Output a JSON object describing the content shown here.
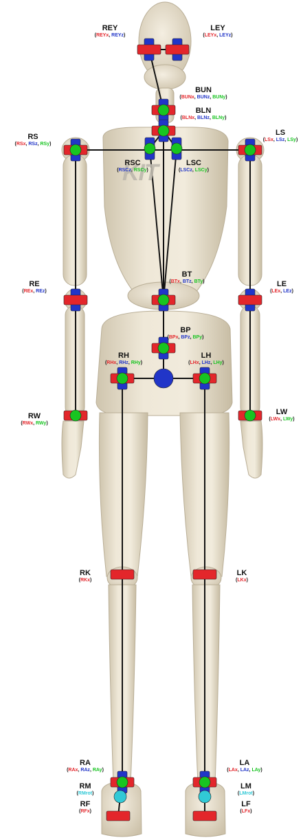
{
  "colors": {
    "x_axis": "#e3262b",
    "y_axis": "#18c421",
    "z_axis": "#2135c8",
    "rot_axis": "#31c9d6",
    "wood": "#ece4d2",
    "wood_shade": "#c9bea6",
    "link": "#111111"
  },
  "logo_text": "KIT",
  "joints": [
    {
      "id": "REY",
      "name": "REY",
      "axes": [
        {
          "t": "REYx",
          "c": "x"
        },
        {
          "t": "REYz",
          "c": "z"
        }
      ]
    },
    {
      "id": "LEY",
      "name": "LEY",
      "axes": [
        {
          "t": "LEYx",
          "c": "x"
        },
        {
          "t": "LEYz",
          "c": "z"
        }
      ]
    },
    {
      "id": "BUN",
      "name": "BUN",
      "axes": [
        {
          "t": "BUNx",
          "c": "x"
        },
        {
          "t": "BUNz",
          "c": "z"
        },
        {
          "t": "BUNy",
          "c": "y"
        }
      ]
    },
    {
      "id": "BLN",
      "name": "BLN",
      "axes": [
        {
          "t": "BLNx",
          "c": "x"
        },
        {
          "t": "BLNz",
          "c": "z"
        },
        {
          "t": "BLNy",
          "c": "y"
        }
      ]
    },
    {
      "id": "RS",
      "name": "RS",
      "axes": [
        {
          "t": "RSx",
          "c": "x"
        },
        {
          "t": "RSz",
          "c": "z"
        },
        {
          "t": "RSy",
          "c": "y"
        }
      ]
    },
    {
      "id": "LS",
      "name": "LS",
      "axes": [
        {
          "t": "LSx",
          "c": "x"
        },
        {
          "t": "LSz",
          "c": "z"
        },
        {
          "t": "LSy",
          "c": "y"
        }
      ]
    },
    {
      "id": "RSC",
      "name": "RSC",
      "axes": [
        {
          "t": "RSCz",
          "c": "z"
        },
        {
          "t": "RSCy",
          "c": "y"
        }
      ]
    },
    {
      "id": "LSC",
      "name": "LSC",
      "axes": [
        {
          "t": "LSCz",
          "c": "z"
        },
        {
          "t": "LSCy",
          "c": "y"
        }
      ]
    },
    {
      "id": "RE",
      "name": "RE",
      "axes": [
        {
          "t": "REx",
          "c": "x"
        },
        {
          "t": "REz",
          "c": "z"
        }
      ]
    },
    {
      "id": "LE",
      "name": "LE",
      "axes": [
        {
          "t": "LEx",
          "c": "x"
        },
        {
          "t": "LEz",
          "c": "z"
        }
      ]
    },
    {
      "id": "BT",
      "name": "BT",
      "axes": [
        {
          "t": "BTx",
          "c": "x"
        },
        {
          "t": "BTz",
          "c": "z"
        },
        {
          "t": "BTy",
          "c": "y"
        }
      ]
    },
    {
      "id": "BP",
      "name": "BP",
      "axes": [
        {
          "t": "BPx",
          "c": "x"
        },
        {
          "t": "BPz",
          "c": "z"
        },
        {
          "t": "BPy",
          "c": "y"
        }
      ]
    },
    {
      "id": "RH",
      "name": "RH",
      "axes": [
        {
          "t": "RHx",
          "c": "x"
        },
        {
          "t": "RHz",
          "c": "z"
        },
        {
          "t": "RHy",
          "c": "y"
        }
      ]
    },
    {
      "id": "LH",
      "name": "LH",
      "axes": [
        {
          "t": "LHx",
          "c": "x"
        },
        {
          "t": "LHz",
          "c": "z"
        },
        {
          "t": "LHy",
          "c": "y"
        }
      ]
    },
    {
      "id": "RW",
      "name": "RW",
      "axes": [
        {
          "t": "RWx",
          "c": "x"
        },
        {
          "t": "RWy",
          "c": "y"
        }
      ]
    },
    {
      "id": "LW",
      "name": "LW",
      "axes": [
        {
          "t": "LWx",
          "c": "x"
        },
        {
          "t": "LWy",
          "c": "y"
        }
      ]
    },
    {
      "id": "RK",
      "name": "RK",
      "axes": [
        {
          "t": "RKx",
          "c": "x"
        }
      ]
    },
    {
      "id": "LK",
      "name": "LK",
      "axes": [
        {
          "t": "LKx",
          "c": "x"
        }
      ]
    },
    {
      "id": "RA",
      "name": "RA",
      "axes": [
        {
          "t": "RAx",
          "c": "x"
        },
        {
          "t": "RAz",
          "c": "z"
        },
        {
          "t": "RAy",
          "c": "y"
        }
      ]
    },
    {
      "id": "LA",
      "name": "LA",
      "axes": [
        {
          "t": "LAx",
          "c": "x"
        },
        {
          "t": "LAz",
          "c": "z"
        },
        {
          "t": "LAy",
          "c": "y"
        }
      ]
    },
    {
      "id": "RM",
      "name": "RM",
      "axes": [
        {
          "t": "RMrot",
          "c": "rot"
        }
      ]
    },
    {
      "id": "LM",
      "name": "LM",
      "axes": [
        {
          "t": "LMrot",
          "c": "rot"
        }
      ]
    },
    {
      "id": "RF",
      "name": "RF",
      "axes": [
        {
          "t": "RFx",
          "c": "x"
        }
      ]
    },
    {
      "id": "LF",
      "name": "LF",
      "axes": [
        {
          "t": "LFx",
          "c": "x"
        }
      ]
    }
  ]
}
